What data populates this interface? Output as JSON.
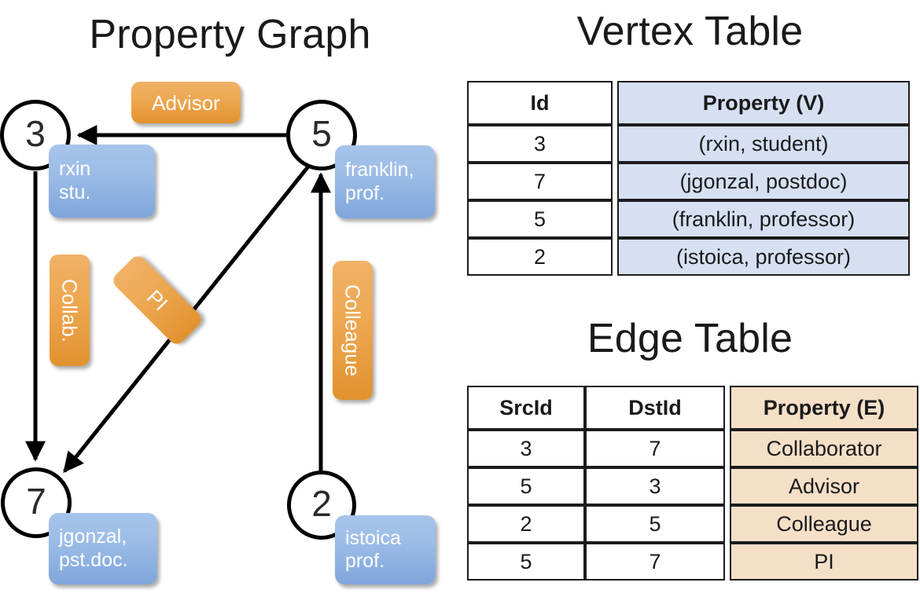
{
  "titles": {
    "property_graph": "Property Graph",
    "vertex_table": "Vertex Table",
    "edge_table": "Edge Table"
  },
  "colors": {
    "vertex_property_fill": "#d6e0f2",
    "edge_property_fill": "#f5dfc7",
    "property_box": "#9dbde7",
    "label_box": "#eda750",
    "stroke": "#000000"
  },
  "graph": {
    "nodes": [
      {
        "id": "3",
        "property_lines": [
          "rxin",
          "stu."
        ]
      },
      {
        "id": "5",
        "property_lines": [
          "franklin,",
          "prof."
        ]
      },
      {
        "id": "7",
        "property_lines": [
          "jgonzal,",
          "pst.doc."
        ]
      },
      {
        "id": "2",
        "property_lines": [
          "istoica",
          "prof."
        ]
      }
    ],
    "edge_labels": [
      {
        "label": "Advisor",
        "orientation": "horizontal"
      },
      {
        "label": "Collab.",
        "orientation": "vertical"
      },
      {
        "label": "PI",
        "orientation": "diagonal"
      },
      {
        "label": "Colleague",
        "orientation": "vertical"
      }
    ],
    "edges": [
      {
        "from": "5",
        "to": "3",
        "label": "Advisor"
      },
      {
        "from": "3",
        "to": "7",
        "label": "Collab."
      },
      {
        "from": "5",
        "to": "7",
        "label": "PI"
      },
      {
        "from": "2",
        "to": "5",
        "label": "Colleague"
      }
    ]
  },
  "vertex_table": {
    "headers": [
      "Id",
      "Property (V)"
    ],
    "rows": [
      {
        "id": "3",
        "property": "(rxin, student)"
      },
      {
        "id": "7",
        "property": "(jgonzal, postdoc)"
      },
      {
        "id": "5",
        "property": "(franklin, professor)"
      },
      {
        "id": "2",
        "property": "(istoica, professor)"
      }
    ]
  },
  "edge_table": {
    "headers": [
      "SrcId",
      "DstId",
      "Property (E)"
    ],
    "rows": [
      {
        "src": "3",
        "dst": "7",
        "property": "Collaborator"
      },
      {
        "src": "5",
        "dst": "3",
        "property": "Advisor"
      },
      {
        "src": "2",
        "dst": "5",
        "property": "Colleague"
      },
      {
        "src": "5",
        "dst": "7",
        "property": "PI"
      }
    ]
  }
}
